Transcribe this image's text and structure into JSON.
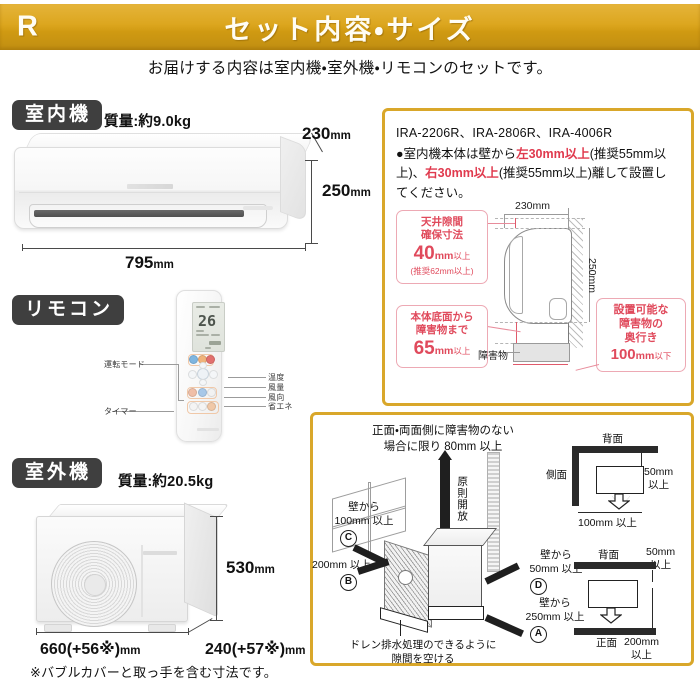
{
  "header": {
    "badge_letter": "R",
    "title": "セット内容・サイズ",
    "lead": "お届けする内容は室内機・室外機・リモコンのセットです。",
    "banner_color": "#dca61e"
  },
  "indoor": {
    "badge": "室内機",
    "weight": "質量:約9.0kg",
    "width": "795",
    "height": "250",
    "depth": "230",
    "unit": "mm"
  },
  "remote": {
    "badge": "リモコン",
    "display_temp": "26",
    "labels_left": [
      "運転モード",
      "タイマー"
    ],
    "labels_right": [
      "温度",
      "風量",
      "風向",
      "省エネ"
    ]
  },
  "outdoor": {
    "badge": "室外機",
    "weight": "質量:約20.5kg",
    "width": "660(+56※)",
    "height": "530",
    "depth": "240(+57※)",
    "unit": "mm",
    "footnote": "※バブルカバーと取っ手を含む寸法です。"
  },
  "indoor_panel": {
    "models": "IRA-2206R、IRA-2806R、IRA-4006R",
    "bullet_prefix": "●室内機本体は壁から",
    "left_clearance": "左30mm以上",
    "mid_text_1": "(推奨55mm以上)、",
    "right_clearance": "右30mm以上",
    "mid_text_2": "(推奨55mm以上)離して設置してください。",
    "diagram": {
      "depth_label": "230mm",
      "height_label": "250mm",
      "obstacle_label": "障害物",
      "callout_ceiling": {
        "line1": "天井隙間",
        "line2": "確保寸法",
        "value": "40",
        "unit": "mm",
        "suffix": "以上",
        "note": "(推奨62mm以上)"
      },
      "callout_bottom": {
        "line1": "本体底面から",
        "line2": "障害物まで",
        "value": "65",
        "unit": "mm",
        "suffix": "以上"
      },
      "callout_depth": {
        "line1": "設置可能な",
        "line2": "障害物の",
        "line3": "奥行き",
        "value": "100",
        "unit": "mm",
        "suffix": "以下"
      }
    }
  },
  "outdoor_panel": {
    "top_note_line1": "正面・両面側に障害物のない",
    "top_note_line2": "場合に限り 80mm 以上",
    "vertical_note": "原則開放",
    "clearance_c_line1": "壁から",
    "clearance_c_line2": "100mm 以上",
    "mark_c": "C",
    "clearance_b": "200mm 以上",
    "mark_b": "B",
    "clearance_d_line1": "壁から",
    "clearance_d_line2": "50mm 以上",
    "mark_d": "D",
    "clearance_a_line1": "壁から",
    "clearance_a_line2": "250mm 以上",
    "mark_a": "A",
    "drain_note_line1": "ドレン排水処理のできるように",
    "drain_note_line2": "隙間を空ける",
    "plan_top": {
      "rear": "背面",
      "side": "側面",
      "rear_gap_line1": "50mm",
      "rear_gap_line2": "以上",
      "side_gap": "100mm 以上"
    },
    "plan_bottom": {
      "rear": "背面",
      "rear_gap_line1": "50mm",
      "rear_gap_line2": "以上",
      "front": "正面",
      "front_gap_line1": "200mm",
      "front_gap_line2": "以上"
    }
  }
}
